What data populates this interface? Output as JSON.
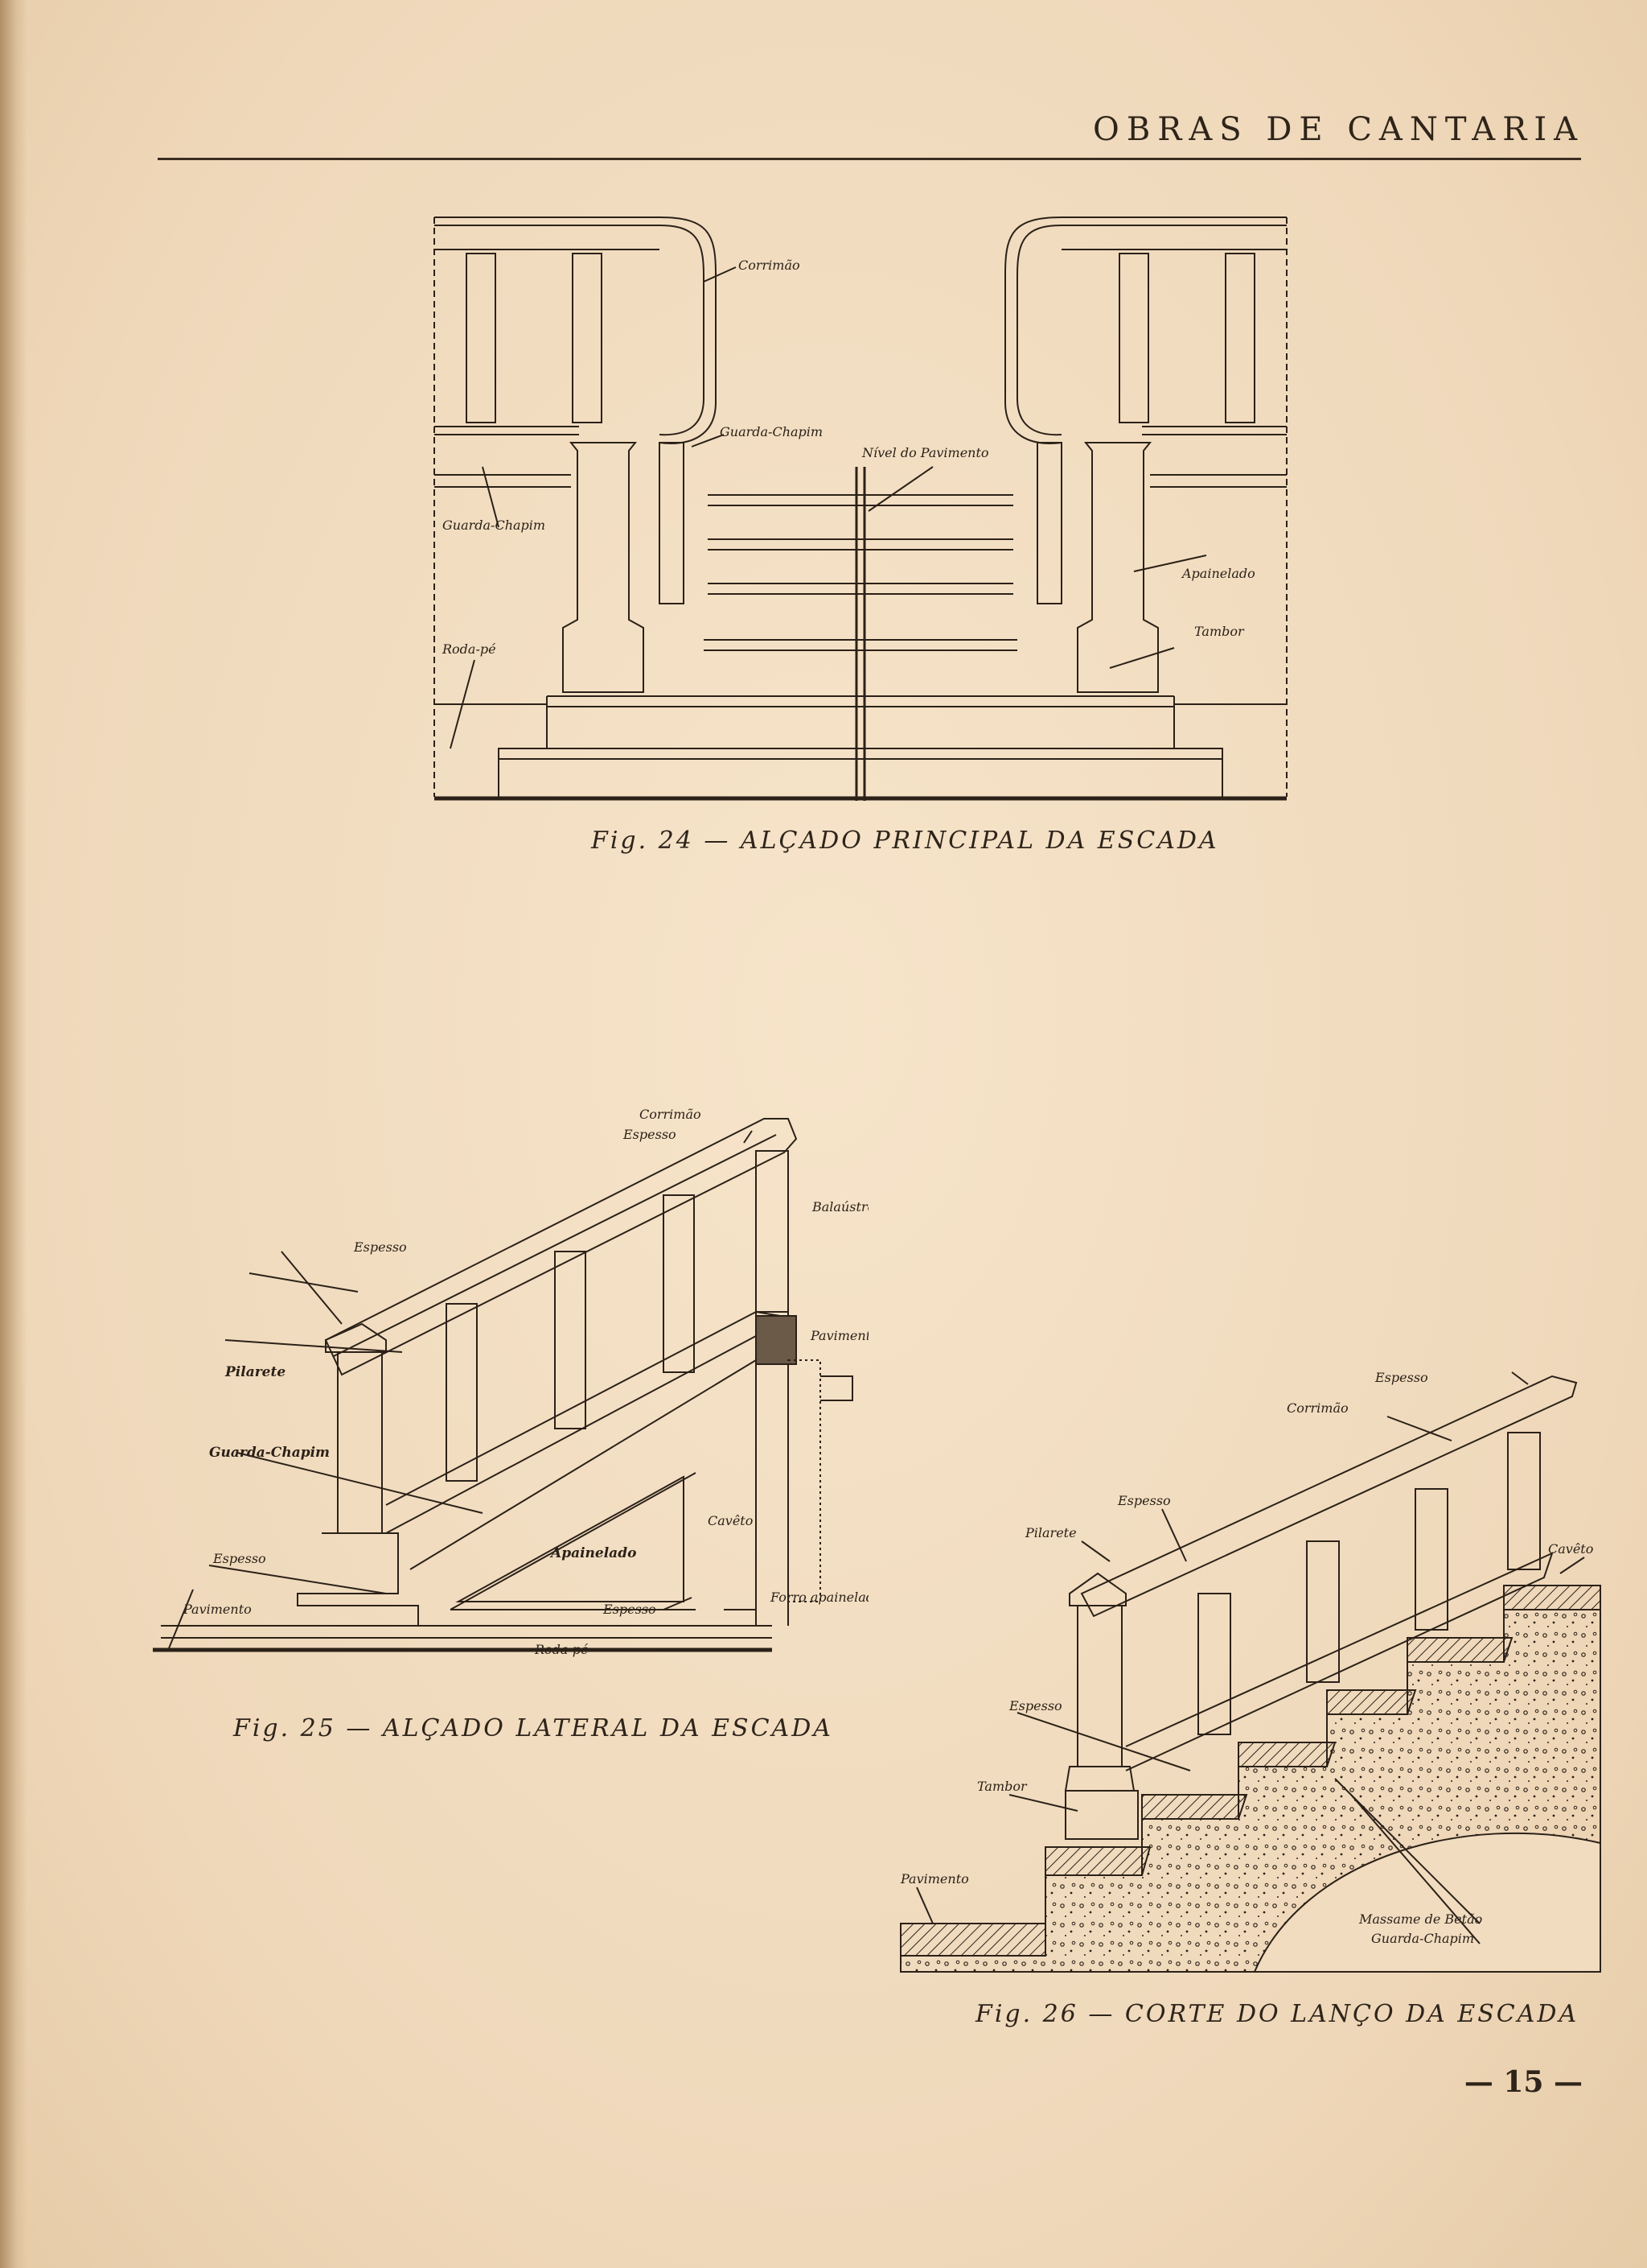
{
  "header": {
    "running_title": "OBRAS DE CANTARIA"
  },
  "figures": [
    {
      "caption": "Fig. 24 — ALÇADO PRINCIPAL DA ESCADA",
      "labels": {
        "corrimao": "Corrimão",
        "guarda_chapim_a": "Guarda-Chapim",
        "nivel_pavimento": "Nível do Pavimento",
        "guarda_chapim_b": "Guarda-Chapim",
        "apainelado": "Apainelado",
        "tambor": "Tambor",
        "roda_pe": "Roda-pé"
      }
    },
    {
      "caption": "Fig. 25 — ALÇADO LATERAL DA ESCADA",
      "labels": {
        "corrimao": "Corrimão",
        "espesso_top": "Espesso",
        "espesso_left": "Espesso",
        "balaustre": "Balaústre",
        "pavimento_r": "Pavimento",
        "pilarete": "Pilarete",
        "guarda_chapim": "Guarda-Chapim",
        "caveto": "Cavêto",
        "apainelado": "Apainelado",
        "espesso_low": "Espesso",
        "forro_apainelado": "Forro apainelado",
        "pavimento": "Pavimento",
        "espesso_mid": "Espesso",
        "roda_pe": "Roda-pé"
      }
    },
    {
      "caption": "Fig. 26 — CORTE DO LANÇO DA ESCADA",
      "labels": {
        "espesso_top": "Espesso",
        "corrimao": "Corrimão",
        "espesso_mid": "Espesso",
        "pilarete": "Pilarete",
        "caveto": "Cavêto",
        "espesso_low": "Espesso",
        "tambor": "Tambor",
        "pavimento": "Pavimento",
        "massame": "Massame de Betão",
        "guarda_chapim": "Guarda-Chapim"
      }
    }
  ],
  "footer": {
    "page_number": "— 15 —"
  },
  "colors": {
    "paper": "#f1dcc0",
    "ink": "#2b2118"
  }
}
